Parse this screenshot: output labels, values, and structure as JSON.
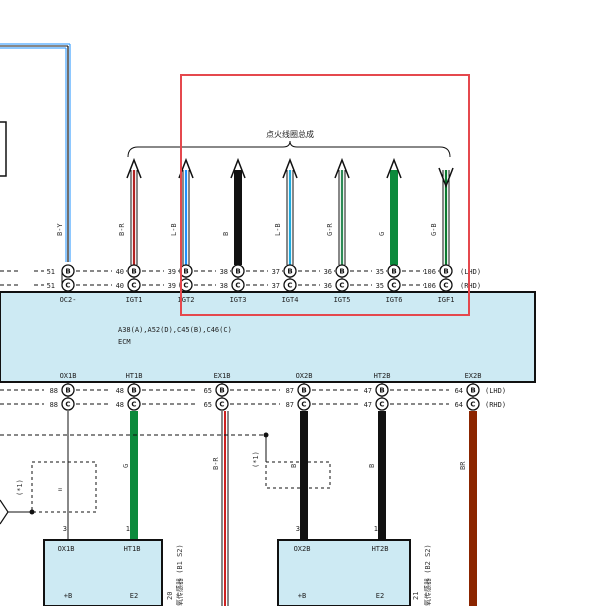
{
  "group_title": "点火线圈总成",
  "ecm": {
    "connectors": "A38(A),A52(D),C45(B),C46(C)",
    "name": "ECM"
  },
  "variants": {
    "lhd": "(LHD)",
    "rhd": "(RHD)"
  },
  "pin_letters": {
    "b": "B",
    "c": "C"
  },
  "top_left": {
    "b_pin": "51",
    "c_pin": "51",
    "label": "OC2-",
    "wire": "B-Y"
  },
  "igt_terminals": [
    {
      "label": "IGT1",
      "pin_b": "40",
      "pin_c": "40",
      "wire": "B-R",
      "color": "#b22222",
      "thick": false
    },
    {
      "label": "IGT2",
      "pin_b": "39",
      "pin_c": "39",
      "wire": "L-B",
      "color": "#1e90ff",
      "thick": false
    },
    {
      "label": "IGT3",
      "pin_b": "38",
      "pin_c": "38",
      "wire": "B",
      "color": "#111111",
      "thick": true
    },
    {
      "label": "IGT4",
      "pin_b": "37",
      "pin_c": "37",
      "wire": "L-B",
      "color": "#1eaadd",
      "thick": false
    },
    {
      "label": "IGT5",
      "pin_b": "36",
      "pin_c": "36",
      "wire": "G-R",
      "color": "#2e8b57",
      "thick": false
    },
    {
      "label": "IGT6",
      "pin_b": "35",
      "pin_c": "35",
      "wire": "G",
      "color": "#0b8a3c",
      "thick": true
    },
    {
      "label": "IGF1",
      "pin_b": "106",
      "pin_c": "106",
      "wire": "G-B",
      "color": "#0b7a30",
      "thick": false
    }
  ],
  "bottom_terminals": [
    {
      "label": "OX1B",
      "pin_b": "88",
      "pin_c": "88"
    },
    {
      "label": "HT1B",
      "pin_b": "48",
      "pin_c": "48",
      "wire": "G"
    },
    {
      "label": "EX1B",
      "pin_b": "65",
      "pin_c": "65",
      "wire": "B-R"
    },
    {
      "label": "OX2B",
      "pin_b": "87",
      "pin_c": "87",
      "wire": "B"
    },
    {
      "label": "HT2B",
      "pin_b": "47",
      "pin_c": "47",
      "wire": "B"
    },
    {
      "label": "EX2B",
      "pin_b": "64",
      "pin_c": "64",
      "wire": "BR"
    }
  ],
  "shield_mark": "(*1)",
  "sensor1": {
    "p1": "OX1B",
    "p2": "HT1B",
    "pn3": "3",
    "pn1": "1",
    "b1": "+B",
    "b2": "E2",
    "id": "20",
    "side": "氧传感器 (B1 S2)"
  },
  "sensor2": {
    "p1": "OX2B",
    "p2": "HT2B",
    "pn3": "3",
    "pn1": "1",
    "b1": "+B",
    "b2": "E2",
    "id": "21",
    "side": "氧传感器 (B2 S2)"
  }
}
